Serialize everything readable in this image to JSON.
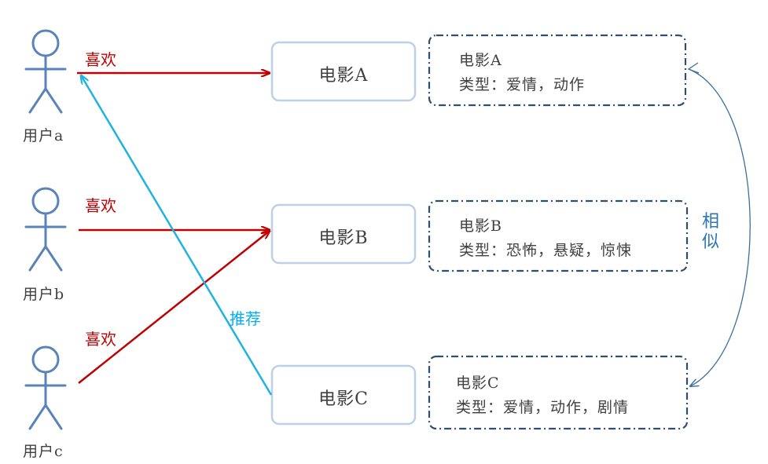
{
  "users": [
    {
      "label": "用户a"
    },
    {
      "label": "用户b"
    },
    {
      "label": "用户c"
    }
  ],
  "like_label": "喜欢",
  "recommend_label": "推荐",
  "similar_label": "相似",
  "movies": [
    {
      "name": "电影A",
      "info_title": "电影A",
      "info_genre": "类型：爱情，动作"
    },
    {
      "name": "电影B",
      "info_title": "电影B",
      "info_genre": "类型：恐怖，悬疑，惊悚"
    },
    {
      "name": "电影C",
      "info_title": "电影C",
      "info_genre": "类型：爱情，动作，剧情"
    }
  ],
  "colors": {
    "person": "#5a84b8",
    "like_arrow": "#c00000",
    "recommend_arrow": "#1fb3e0",
    "movie_box_border": "#bdd0e8",
    "info_box_border": "#2f4f6f",
    "similar_arc": "#3a6f9f"
  }
}
